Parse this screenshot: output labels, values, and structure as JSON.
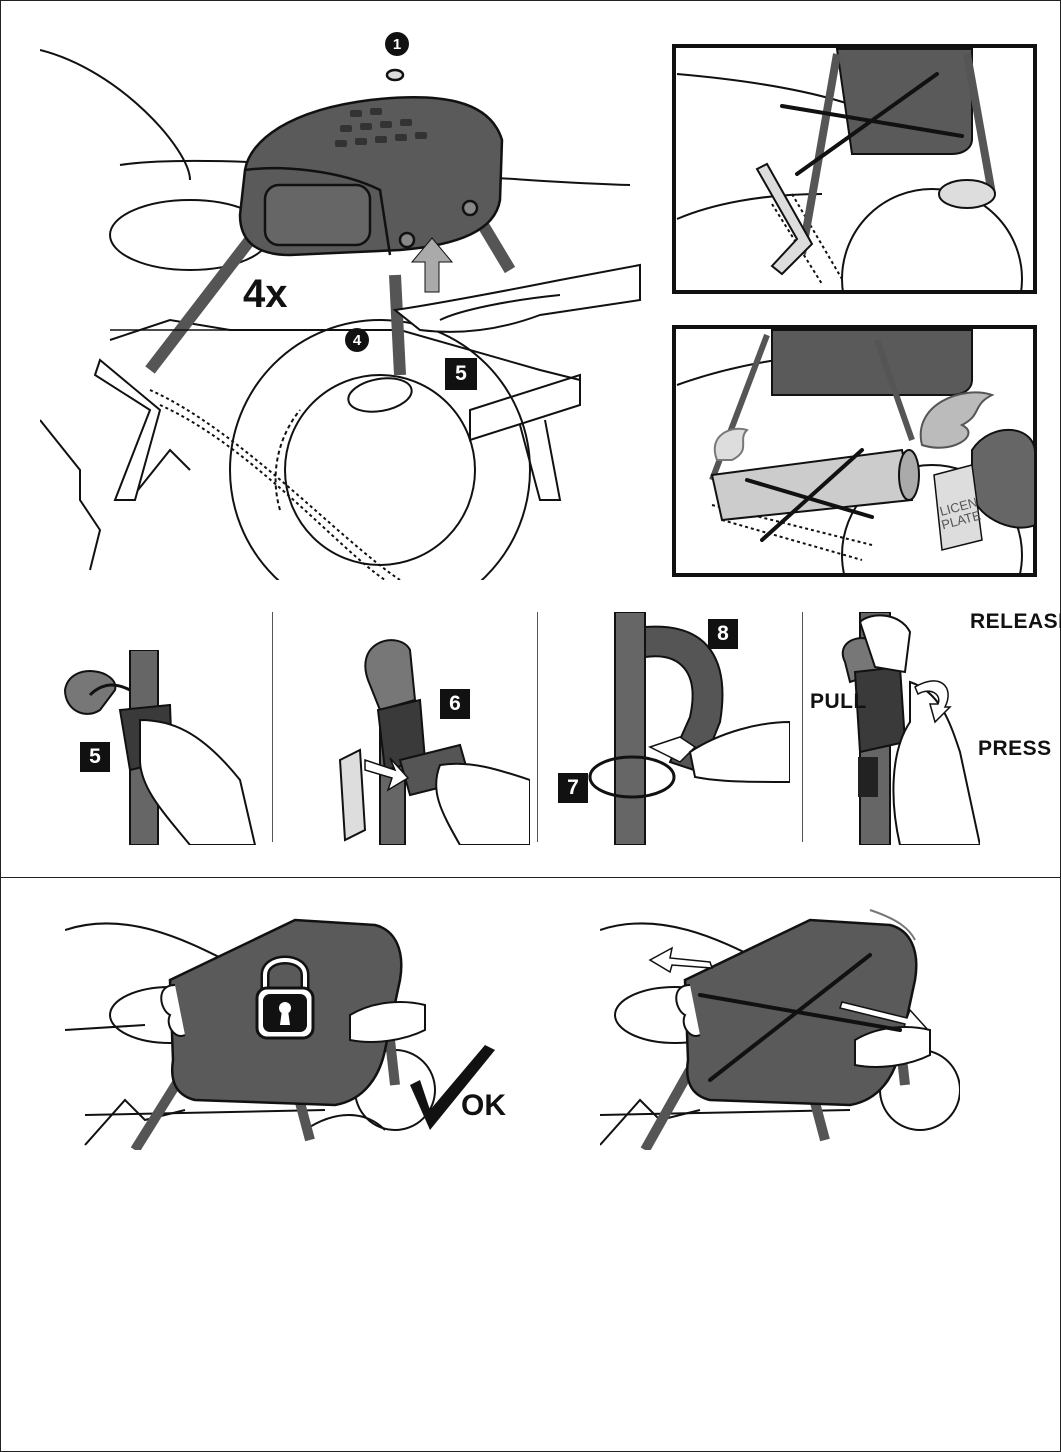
{
  "colors": {
    "strap": "#555555",
    "bag": "#5a5a5a",
    "outline": "#111111",
    "paper": "#ffffff"
  },
  "top_figure": {
    "callout_1": "1",
    "callout_4": "4",
    "step_5": "5",
    "quantity": "4x"
  },
  "warning_panels": {
    "panel_top_icon": "cross-icon",
    "panel_bottom_icon": "cross-icon",
    "plate_text_line1": "LICEN",
    "plate_text_line2": "PLATE"
  },
  "buckle_steps": {
    "step_5": "5",
    "step_6": "6",
    "step_7": "7",
    "step_8": "8",
    "release": "RELEASE",
    "pull": "PULL",
    "press": "PRESS"
  },
  "check_panels": {
    "ok_label": "OK",
    "lock_icon": "padlock-icon",
    "check_icon": "checkmark-icon",
    "wrong_icon": "cross-icon"
  }
}
